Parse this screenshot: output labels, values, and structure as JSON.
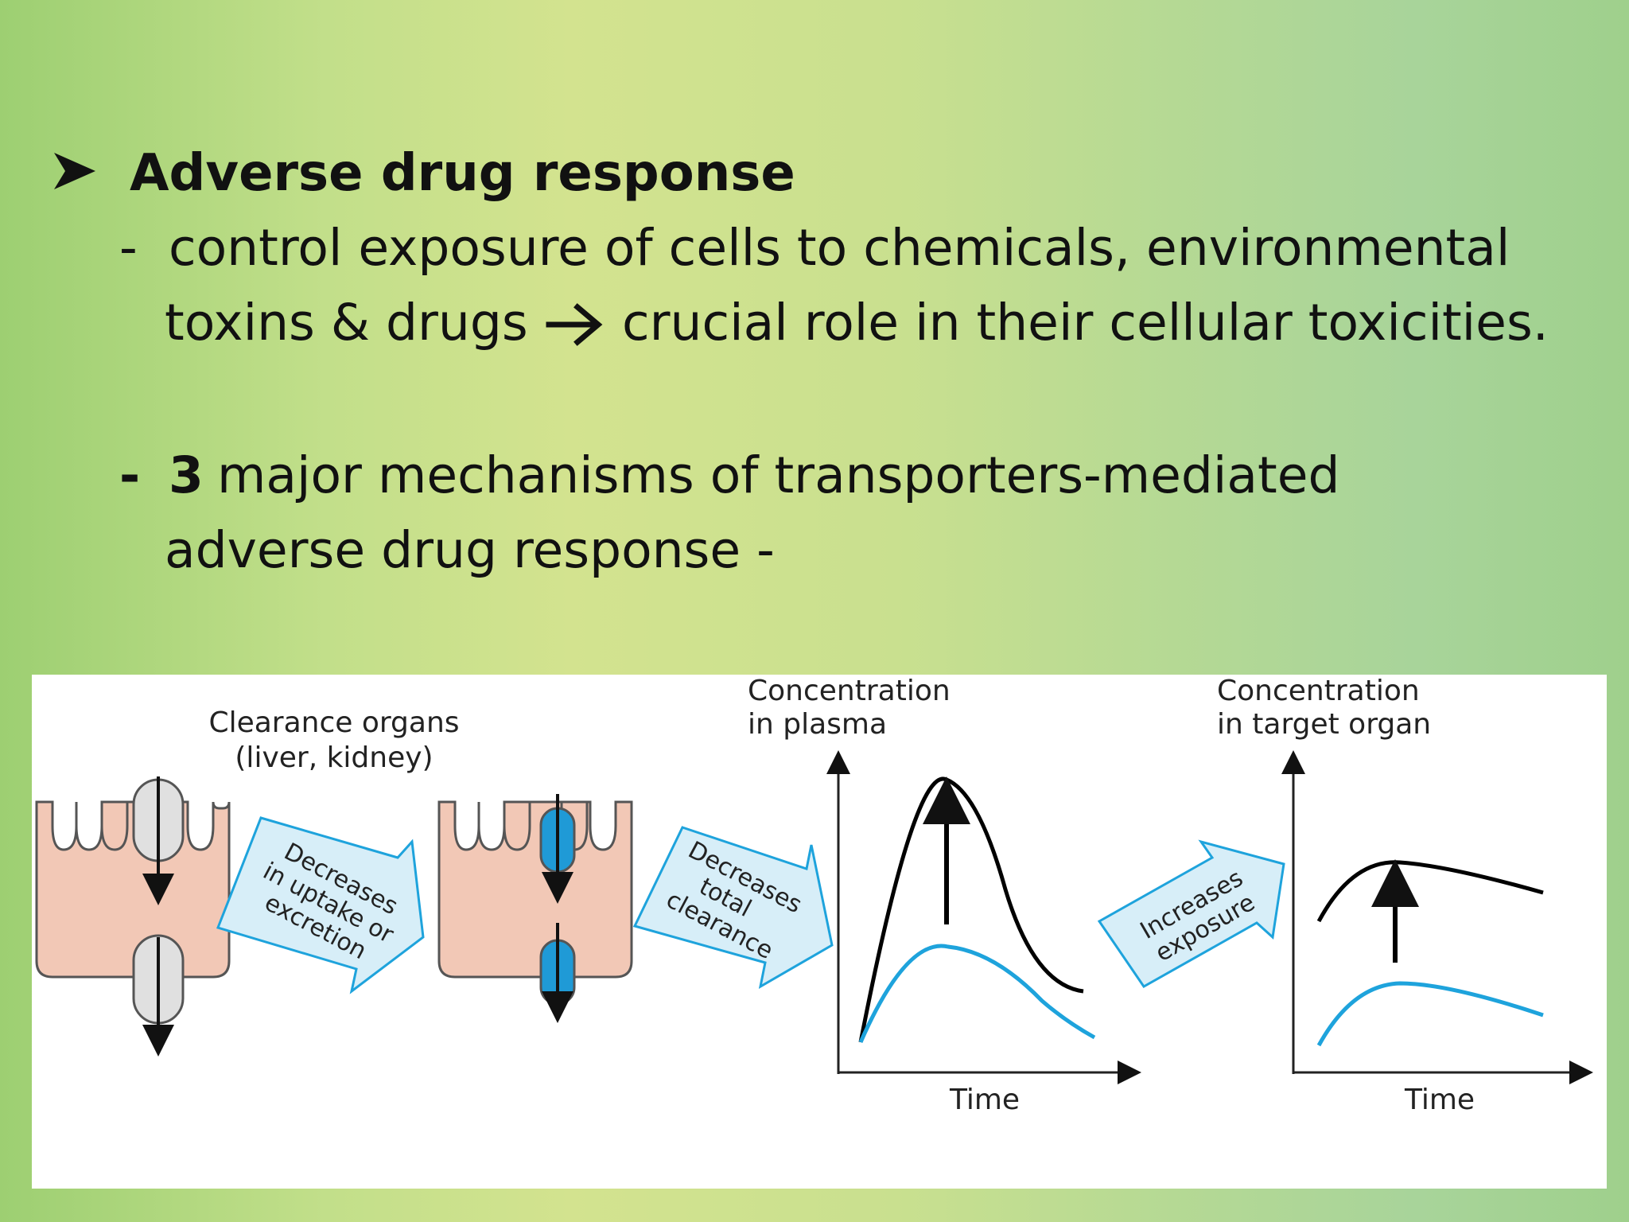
{
  "heading": "Adverse drug response",
  "point1": {
    "dash": "-",
    "line1": "control exposure of cells to chemicals, environmental",
    "line2_a": "toxins & drugs",
    "line2_b": "crucial role in their cellular toxicities."
  },
  "point2": {
    "dash": "-",
    "number": "3",
    "line1_rest": "major mechanisms of transporters-mediated",
    "line2": "adverse drug response -"
  },
  "figure": {
    "organ_label_1": "Clearance organs",
    "organ_label_2": "(liver, kidney)",
    "arrow1_line1": "Decreases",
    "arrow1_line2": "in uptake or",
    "arrow1_line3": "excretion",
    "arrow2_line1": "Decreases",
    "arrow2_line2": "total",
    "arrow2_line3": "clearance",
    "arrow3_line1": "Increases",
    "arrow3_line2": "exposure",
    "plot1_title_1": "Concentration",
    "plot1_title_2": "in plasma",
    "plot1_xlabel": "Time",
    "plot2_title_1": "Concentration",
    "plot2_title_2": "in target organ",
    "plot2_xlabel": "Time"
  },
  "colors": {
    "cell_fill": "#f2c8b6",
    "transporter_normal": "#e0e0e0",
    "transporter_impaired": "#1f9ad6",
    "arrow_fill": "#d7eef8",
    "curve_high": "#000000",
    "curve_normal": "#1ea3dc"
  }
}
